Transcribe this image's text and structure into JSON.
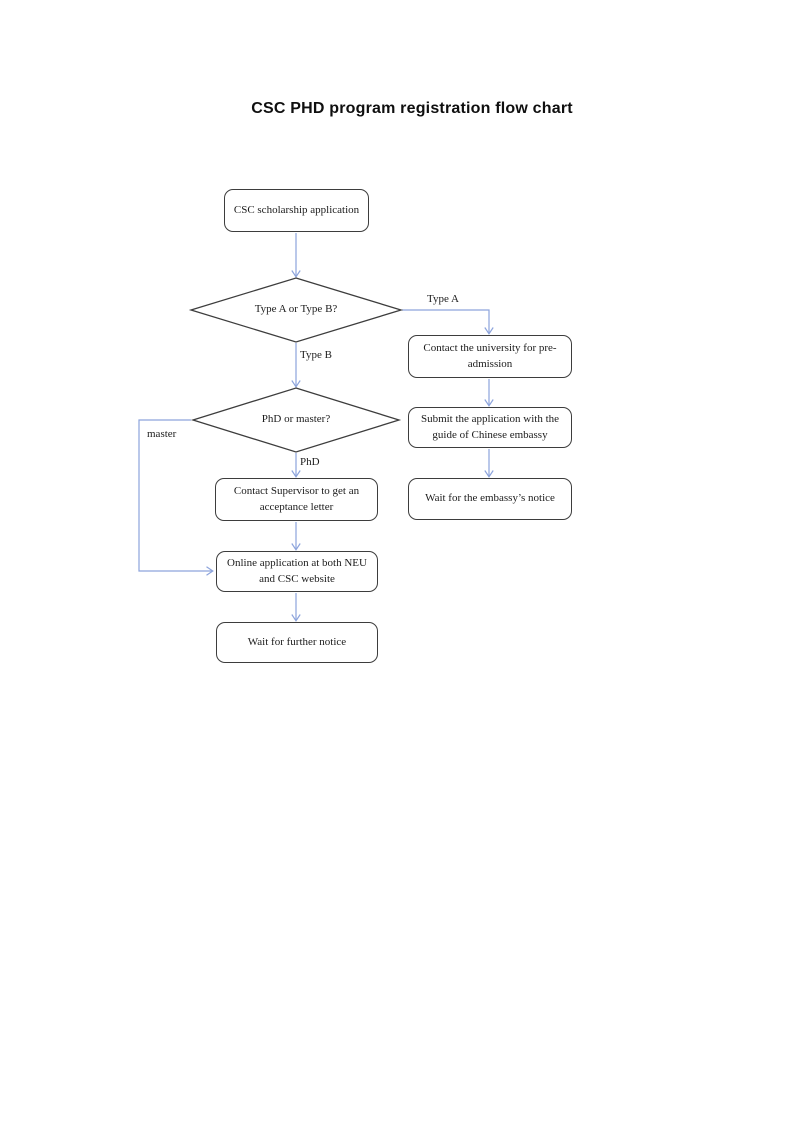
{
  "page": {
    "title": "CSC PHD program registration flow chart"
  },
  "flowchart": {
    "nodes": {
      "start": {
        "type": "process",
        "label": "CSC scholarship application"
      },
      "type_decision": {
        "type": "decision",
        "label": "Type A or Type B?"
      },
      "contact_university": {
        "type": "process",
        "label": "Contact the university for pre-admission"
      },
      "submit_application": {
        "type": "process",
        "label": "Submit the application with the guide of Chinese embassy"
      },
      "wait_embassy": {
        "type": "process",
        "label": "Wait for the embassy’s notice"
      },
      "degree_decision": {
        "type": "decision",
        "label": "PhD or master?"
      },
      "contact_supervisor": {
        "type": "process",
        "label": "Contact Supervisor to get an acceptance letter"
      },
      "online_application": {
        "type": "process",
        "label": "Online application at both NEU and CSC website"
      },
      "wait_further": {
        "type": "process",
        "label": "Wait for further notice"
      }
    },
    "edge_labels": {
      "type_a": "Type A",
      "type_b": "Type B",
      "phd": "PhD",
      "master": "master"
    },
    "colors": {
      "connector": "#8da4dc",
      "node_border": "#3d3d3d",
      "text": "#1c1c1c"
    }
  }
}
